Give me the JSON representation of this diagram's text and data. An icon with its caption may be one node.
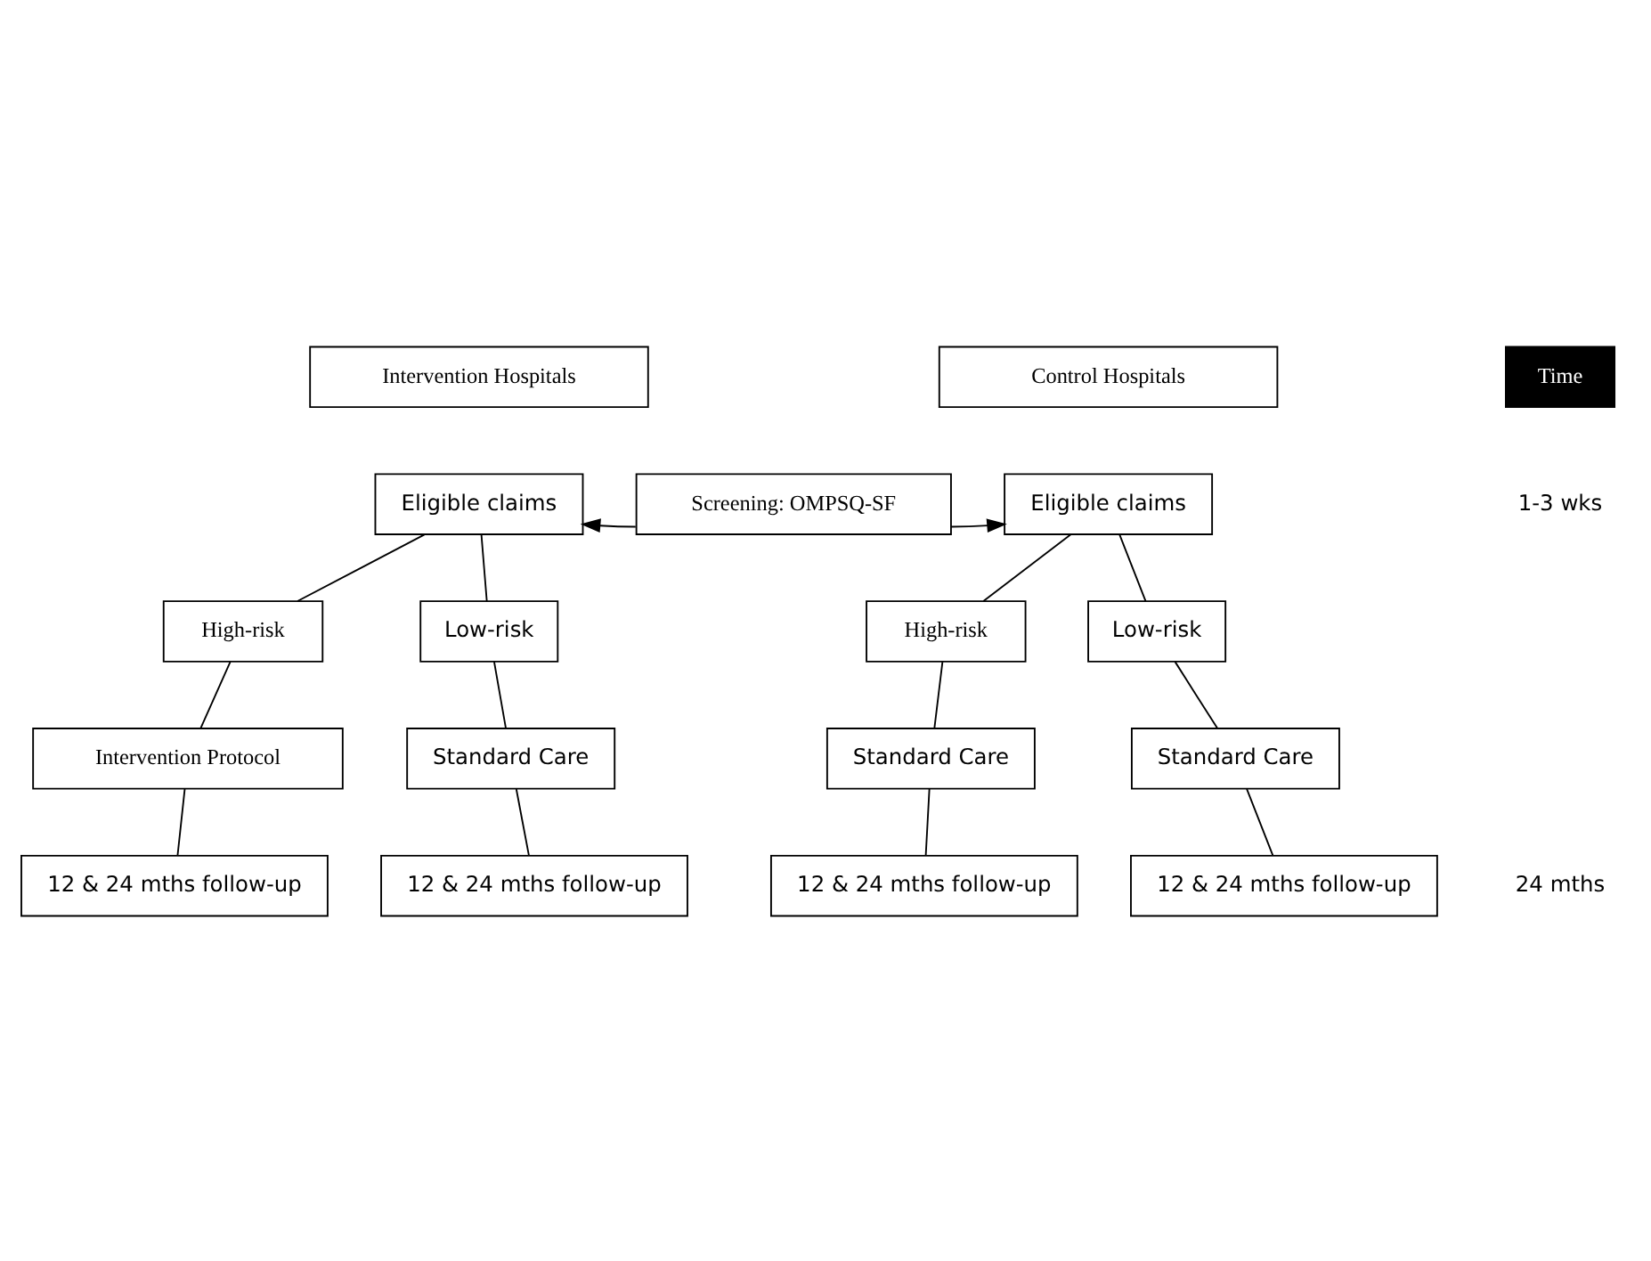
{
  "diagram": {
    "nodes": [
      {
        "text": [
          "Intervention Hospitals"
        ]
      },
      {
        "text": [
          "Control Hospitals"
        ]
      },
      {
        "text": [
          "Screening: OMPSQ-SF"
        ]
      },
      {
        "text": [
          "Eligible claims"
        ]
      },
      {
        "text": [
          "Eligible claims"
        ]
      },
      {
        "text": [
          "High-risk"
        ]
      },
      {
        "text": [
          "Low-risk"
        ]
      },
      {
        "text": [
          "High-risk"
        ]
      },
      {
        "text": [
          "Low-risk"
        ]
      },
      {
        "text": [
          "Intervention Protocol"
        ]
      },
      {
        "text": [
          "Standard Care"
        ]
      },
      {
        "text": [
          "Standard Care"
        ]
      },
      {
        "text": [
          "Standard Care"
        ]
      },
      {
        "text": [
          "12 & 24 mths follow-up"
        ]
      },
      {
        "text": [
          "12 & 24 mths follow-up"
        ]
      },
      {
        "text": [
          "12 & 24 mths follow-up"
        ]
      },
      {
        "text": [
          "12 & 24 mths follow-up"
        ]
      }
    ],
    "edges": [
      {
        "from": 2,
        "to": 3,
        "arrow": "to"
      },
      {
        "from": 2,
        "to": 4,
        "arrow": "to"
      },
      {
        "from": 3,
        "to": 5,
        "arrow": "none"
      },
      {
        "from": 3,
        "to": 6,
        "arrow": "none"
      },
      {
        "from": 4,
        "to": 7,
        "arrow": "none"
      },
      {
        "from": 4,
        "to": 8,
        "arrow": "none"
      },
      {
        "from": 5,
        "to": 9,
        "arrow": "none"
      },
      {
        "from": 6,
        "to": 10,
        "arrow": "none"
      },
      {
        "from": 7,
        "to": 11,
        "arrow": "none"
      },
      {
        "from": 8,
        "to": 12,
        "arrow": "none"
      },
      {
        "from": 9,
        "to": 13,
        "arrow": "none"
      },
      {
        "from": 10,
        "to": 14,
        "arrow": "none"
      },
      {
        "from": 11,
        "to": 15,
        "arrow": "none"
      },
      {
        "from": 12,
        "to": 16,
        "arrow": "none"
      }
    ],
    "labels": [
      "Time",
      "1-3 wks",
      "24 mths"
    ]
  }
}
